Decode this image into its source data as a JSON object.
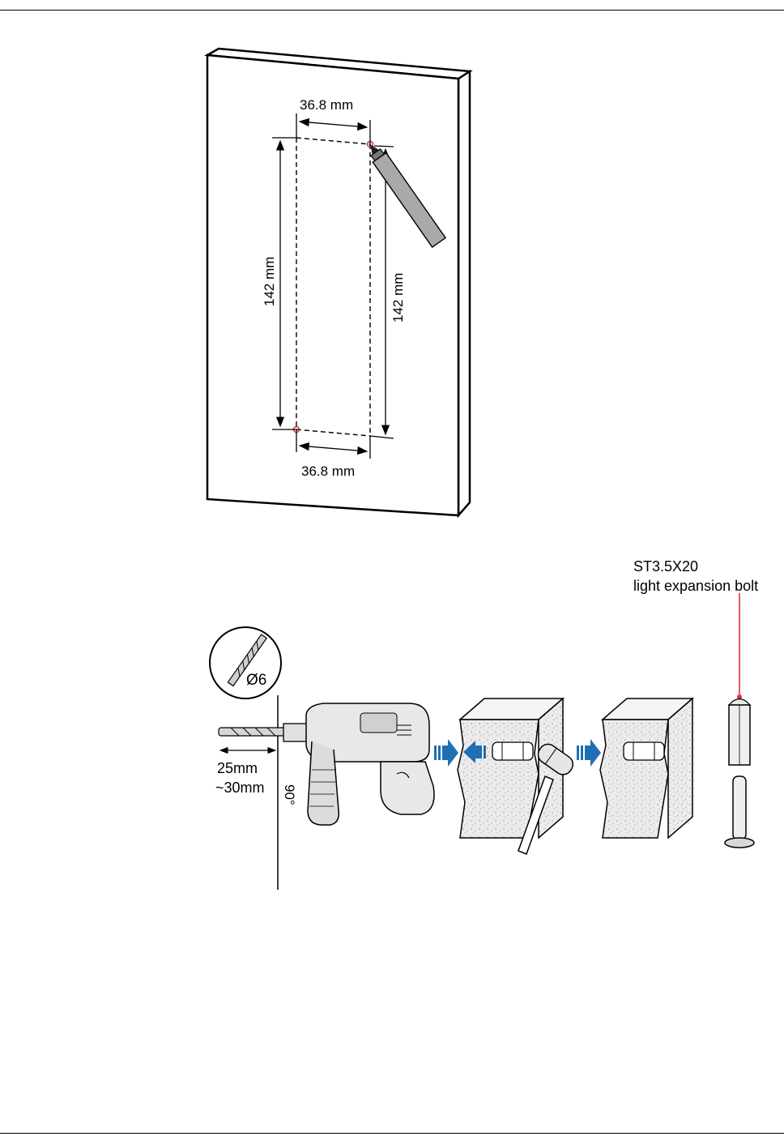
{
  "figure1": {
    "dim_top": "36.8 mm",
    "dim_bottom": "36.8 mm",
    "dim_left": "142 mm",
    "dim_right": "142 mm"
  },
  "figure2": {
    "bit_diameter": "Ø6",
    "depth_line1": "25mm",
    "depth_line2": "~30mm",
    "angle": "90°",
    "bolt_spec": "ST3.5X20",
    "bolt_name": "light expansion bolt"
  },
  "colors": {
    "arrow_blue": "#1f6fb2",
    "marker_red": "#d9303b"
  }
}
